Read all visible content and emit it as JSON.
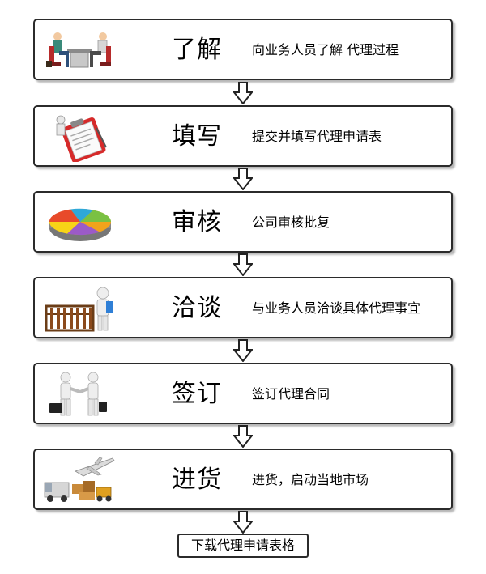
{
  "steps": [
    {
      "title": "了解",
      "desc": "向业务人员了解   代理过程",
      "icon": "meeting-icon"
    },
    {
      "title": "填写",
      "desc": "提交并填写代理申请表",
      "icon": "clipboard-icon"
    },
    {
      "title": "审核",
      "desc": "公司审核批复",
      "icon": "pie-chart-icon"
    },
    {
      "title": "洽谈",
      "desc": "与业务人员洽谈具体代理事宜",
      "icon": "abacus-icon"
    },
    {
      "title": "签订",
      "desc": "签订代理合同",
      "icon": "handshake-icon"
    },
    {
      "title": "进货",
      "desc": "进货，启动当地市场",
      "icon": "logistics-icon"
    }
  ],
  "download_label": "下载代理申请表格"
}
